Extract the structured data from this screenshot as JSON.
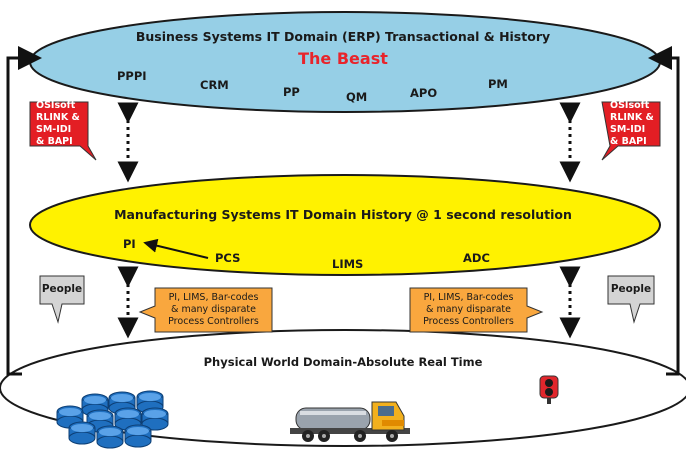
{
  "erp": {
    "title": "Business Systems IT Domain (ERP) Transactional & History",
    "subtitle": "The Beast",
    "systems": [
      "PPPI",
      "CRM",
      "PP",
      "QM",
      "APO",
      "PM"
    ]
  },
  "mes": {
    "title": "Manufacturing Systems IT Domain History @ 1 second resolution",
    "systems": [
      "PI",
      "PCS",
      "LIMS",
      "ADC"
    ]
  },
  "physical": {
    "title": "Physical World Domain-Absolute Real Time"
  },
  "callouts": {
    "left_red": "OSIsoft\nRLINK &\nSM-IDI\n& BAPI",
    "right_red": "OSIsoft\nRLINK &\nSM-IDI\n& BAPI",
    "left_orange": "PI, LIMS, Bar-codes\n& many disparate\nProcess Controllers",
    "right_orange": "PI, LIMS, Bar-codes\n& many disparate\nProcess Controllers",
    "left_people": "People",
    "right_people": "People"
  },
  "colors": {
    "erp_fill": "#96cfe6",
    "mes_fill": "#fff200",
    "red_callout": "#e31e24",
    "orange_callout": "#f9a73e",
    "people_fill": "#d4d4d4",
    "barrel": "#1f6fbf"
  },
  "icons": [
    "barrels-icon",
    "tanker-truck-icon",
    "traffic-light-icon"
  ]
}
